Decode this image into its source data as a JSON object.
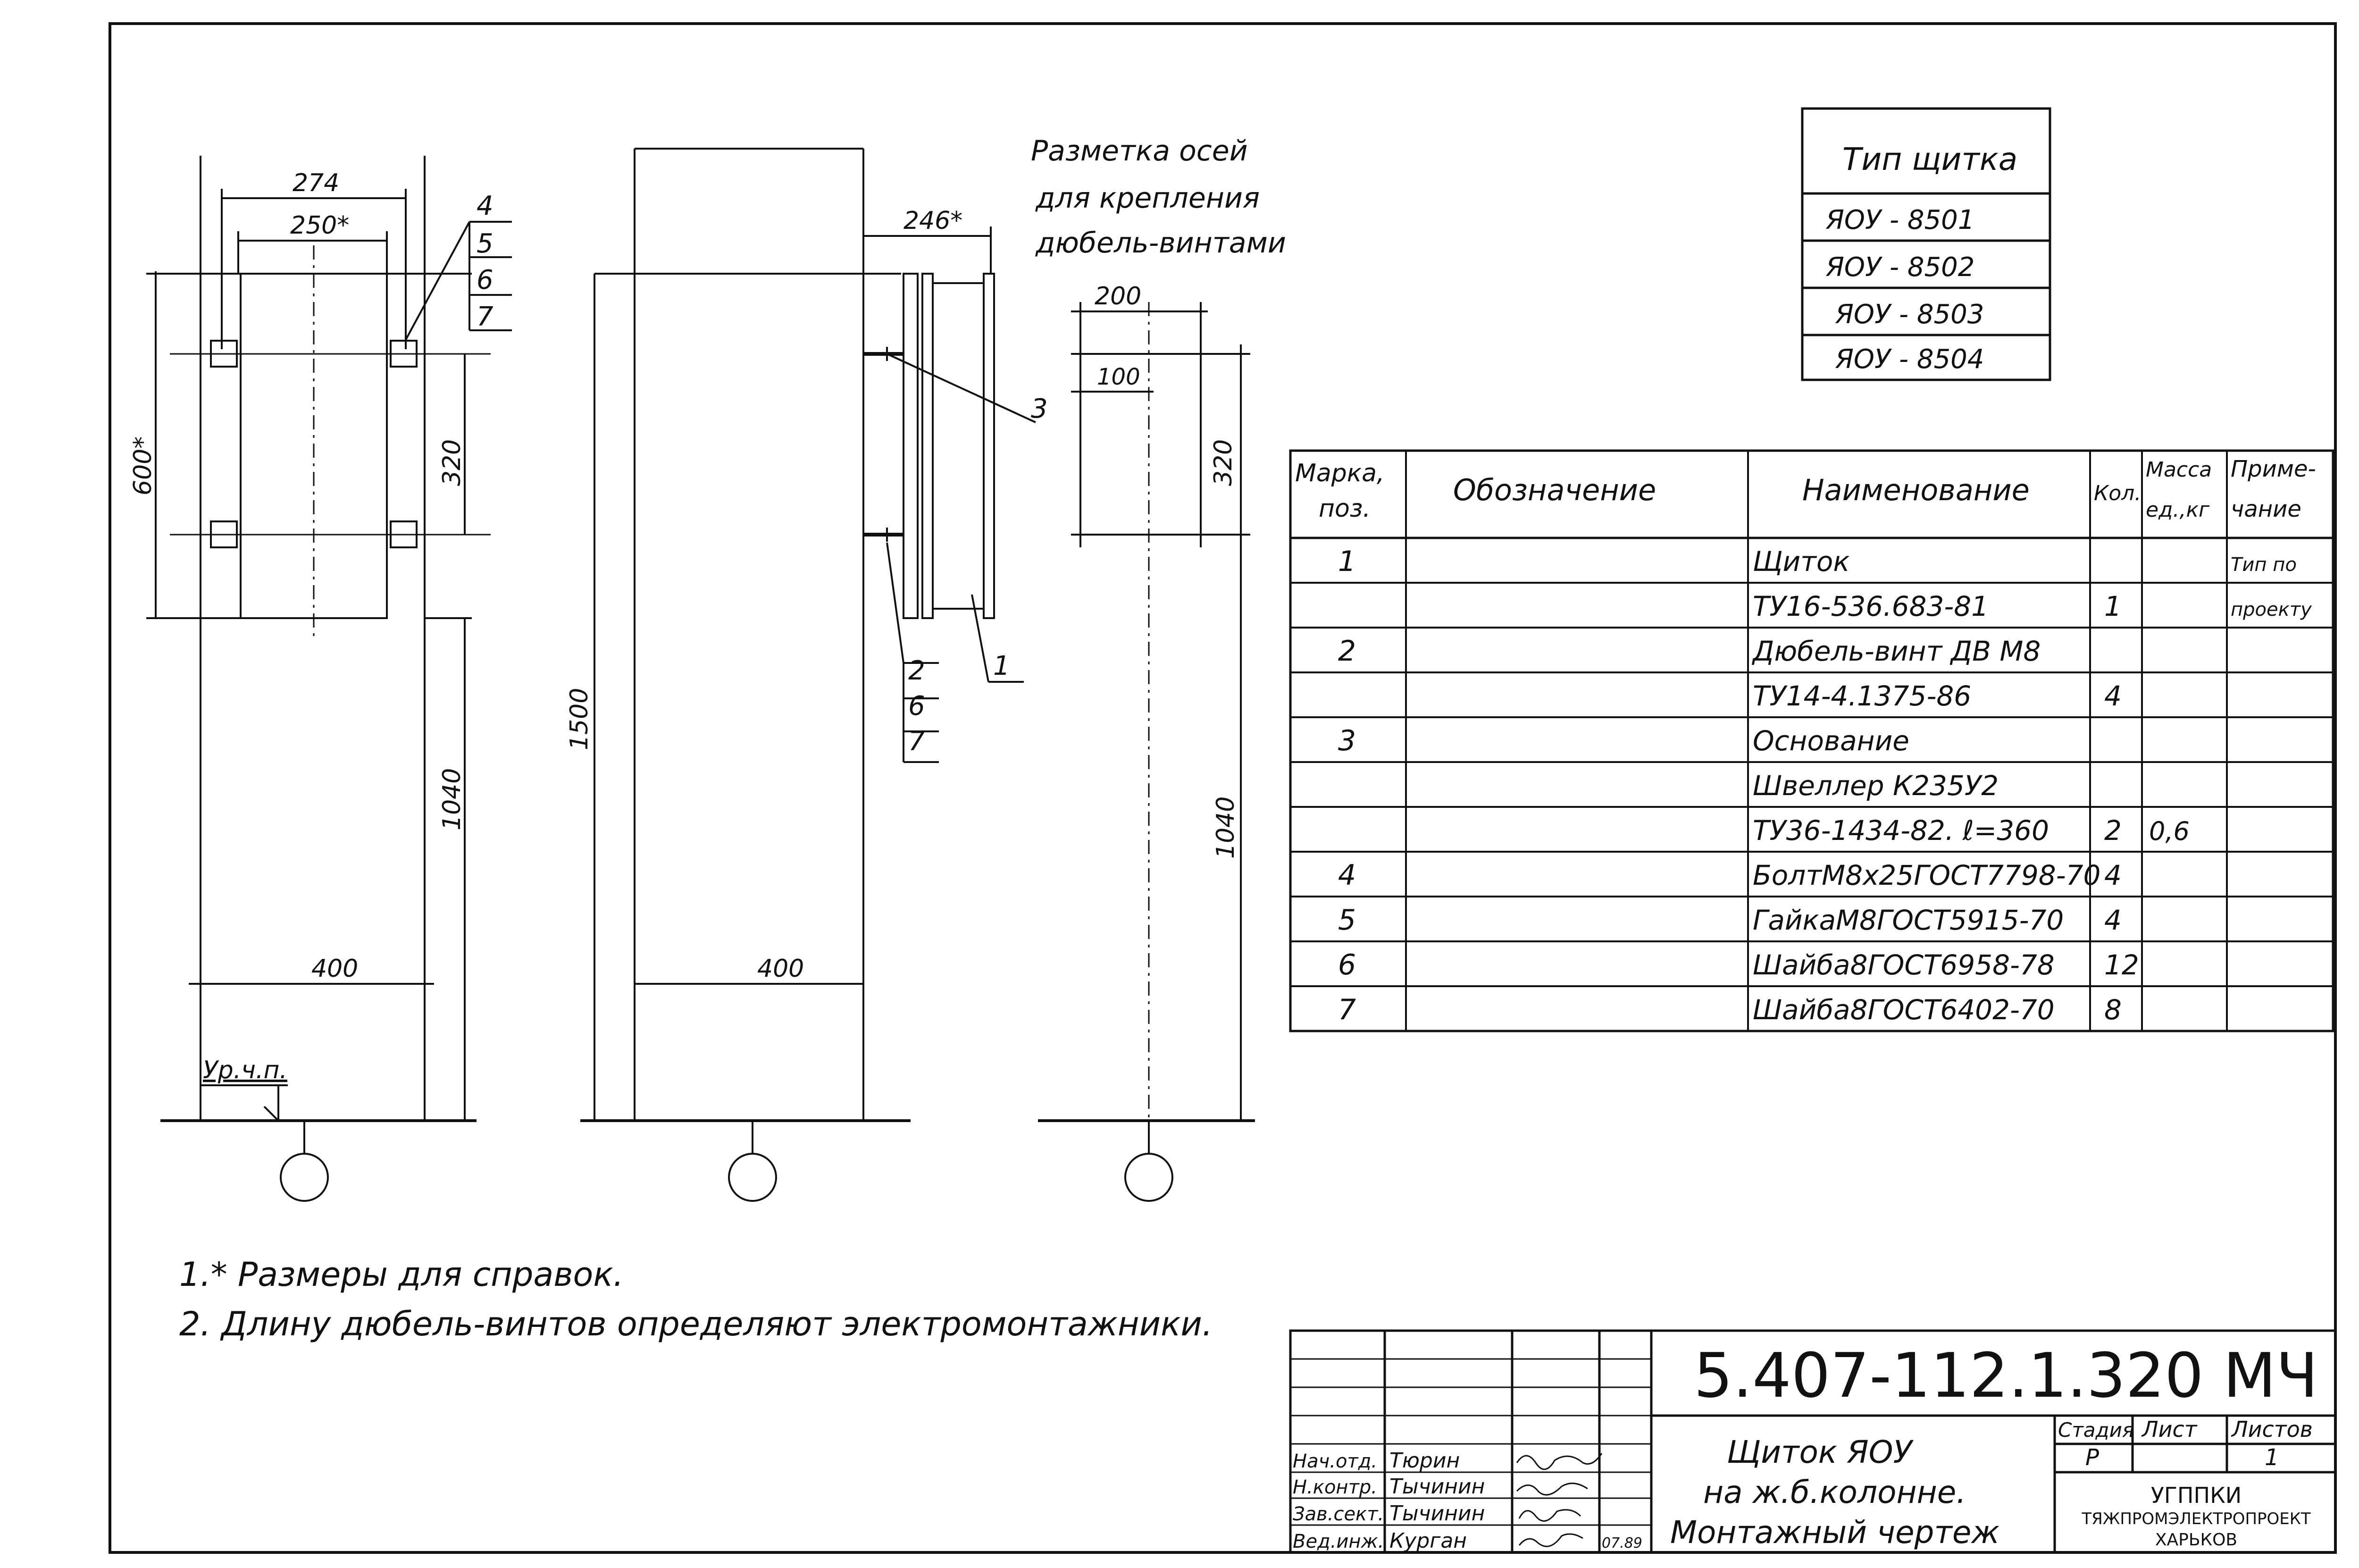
{
  "panel_types": {
    "title": "Тип щитка",
    "items": [
      "ЯОУ - 8501",
      "ЯОУ - 8502",
      "ЯОУ - 8503",
      "ЯОУ - 8504"
    ]
  },
  "axis_note": [
    "Разметка осей",
    "для крепления",
    "дюбель-винтами"
  ],
  "dimensions": {
    "d274": "274",
    "d250": "250*",
    "d600": "600*",
    "d320a": "320",
    "d1040a": "1040",
    "d400a": "400",
    "d1500": "1500",
    "d400b": "400",
    "d246": "246*",
    "d200": "200",
    "d100": "100",
    "d320b": "320",
    "d1040b": "1040"
  },
  "floor_label": "Ур.ч.п.",
  "callouts": {
    "left": [
      "4",
      "5",
      "6",
      "7"
    ],
    "mid_bottom": [
      "2",
      "6",
      "7"
    ],
    "mid_right": "1",
    "mid_three": "3"
  },
  "spec": {
    "headers": {
      "mark": [
        "Марка,",
        "поз."
      ],
      "designation": "Обозначение",
      "name": "Наименование",
      "qty": "Кол.",
      "mass": [
        "Масса",
        "ед.,кг"
      ],
      "note": [
        "Приме-",
        "чание"
      ]
    },
    "rows": [
      {
        "mark": "1",
        "name": "Щиток",
        "qty": "",
        "mass": "",
        "note": "Тип по"
      },
      {
        "mark": "",
        "name": "ТУ16-536.683-81",
        "qty": "1",
        "mass": "",
        "note": "проекту"
      },
      {
        "mark": "2",
        "name": "Дюбель-винт ДВ М8",
        "qty": "",
        "mass": "",
        "note": ""
      },
      {
        "mark": "",
        "name": "ТУ14-4.1375-86",
        "qty": "4",
        "mass": "",
        "note": ""
      },
      {
        "mark": "3",
        "name": "Основание",
        "qty": "",
        "mass": "",
        "note": ""
      },
      {
        "mark": "",
        "name": "Швеллер К235У2",
        "qty": "",
        "mass": "",
        "note": ""
      },
      {
        "mark": "",
        "name": "ТУ36-1434-82. ℓ=360",
        "qty": "2",
        "mass": "0,6",
        "note": ""
      },
      {
        "mark": "4",
        "name": "БолтМ8х25ГОСТ7798-70",
        "qty": "4",
        "mass": "",
        "note": ""
      },
      {
        "mark": "5",
        "name": "ГайкаМ8ГОСТ5915-70",
        "qty": "4",
        "mass": "",
        "note": ""
      },
      {
        "mark": "6",
        "name": "Шайба8ГОСТ6958-78",
        "qty": "12",
        "mass": "",
        "note": ""
      },
      {
        "mark": "7",
        "name": "Шайба8ГОСТ6402-70",
        "qty": "8",
        "mass": "",
        "note": ""
      }
    ]
  },
  "notes": [
    "1.* Размеры для справок.",
    "2. Длину дюбель-винтов определяют электромонтажники."
  ],
  "title_block": {
    "code": "5.407-112.1.320 МЧ",
    "title": [
      "Щиток ЯОУ",
      "на ж.б.колонне.",
      "Монтажный чертеж"
    ],
    "stage_label": "Стадия",
    "sheet_label": "Лист",
    "sheets_label": "Листов",
    "stage": "Р",
    "sheet": "",
    "sheets": "1",
    "org": [
      "УГППКИ",
      "ТЯЖПРОМЭЛЕКТРОПРОЕКТ",
      "ХАРЬКОВ"
    ],
    "people": [
      {
        "role": "Нач.отд.",
        "name": "Тюрин"
      },
      {
        "role": "Н.контр.",
        "name": "Тычинин"
      },
      {
        "role": "Зав.сект.",
        "name": "Тычинин"
      },
      {
        "role": "Вед.инж.",
        "name": "Курган"
      }
    ],
    "date": "07.89"
  }
}
